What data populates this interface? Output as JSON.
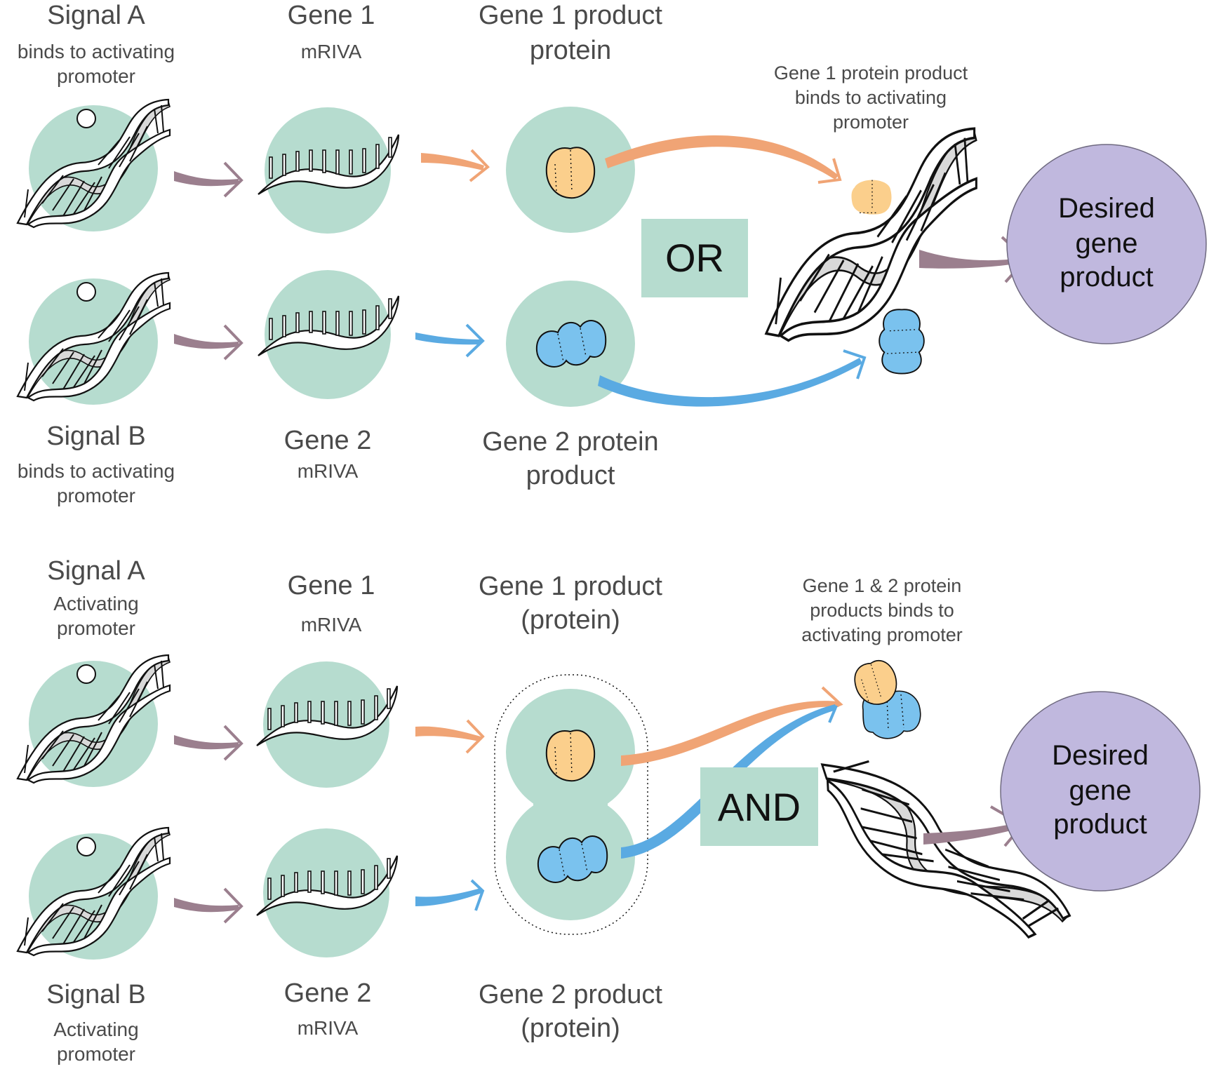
{
  "colors": {
    "cell": "#b6dccf",
    "gate_box": "#b6dccf",
    "goal_circle": "#c0b8de",
    "goal_stroke": "#6f6a80",
    "arrow_signal": "#9b7f8e",
    "arrow_gene1": "#f0a475",
    "arrow_gene2": "#5aaae2",
    "protein1": "#fbcf8c",
    "protein2": "#7ac2ee",
    "text": "#4a4a4a"
  },
  "or_circuit": {
    "signal_a": {
      "title": "Signal A",
      "desc_line1": "binds to activating",
      "desc_line2": "promoter"
    },
    "gene1": {
      "title": "Gene 1",
      "desc": "mRIVA"
    },
    "gene1_product": {
      "line1": "Gene 1 product",
      "line2": "protein"
    },
    "signal_b": {
      "title": "Signal B",
      "desc_line1": "binds to activating",
      "desc_line2": "promoter"
    },
    "gene2": {
      "title": "Gene 2",
      "desc": "mRIVA"
    },
    "gene2_product": {
      "line1": "Gene 2 protein",
      "line2": "product"
    },
    "gate_label": "OR",
    "binding_note": {
      "line1": "Gene 1 protein product",
      "line2": "binds to activating",
      "line3": "promoter"
    },
    "output": {
      "line1": "Desired",
      "line2": "gene",
      "line3": "product"
    }
  },
  "and_circuit": {
    "signal_a": {
      "title": "Signal A",
      "desc_line1": "Activating",
      "desc_line2": "promoter"
    },
    "gene1": {
      "title": "Gene 1",
      "desc": "mRIVA"
    },
    "gene1_product": {
      "line1": "Gene 1 product",
      "line2": "(protein)"
    },
    "signal_b": {
      "title": "Signal B",
      "desc_line1": "Activating",
      "desc_line2": "promoter"
    },
    "gene2": {
      "title": "Gene 2",
      "desc": "mRIVA"
    },
    "gene2_product": {
      "line1": "Gene 2 product",
      "line2": "(protein)"
    },
    "gate_label": "AND",
    "binding_note": {
      "line1": "Gene 1 & 2 protein",
      "line2": "products binds to",
      "line3": "activating promoter"
    },
    "output": {
      "line1": "Desired",
      "line2": "gene",
      "line3": "product"
    }
  }
}
